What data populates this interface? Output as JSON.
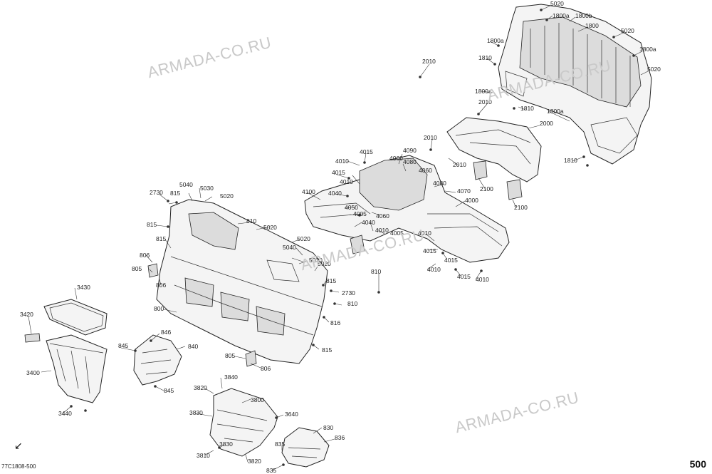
{
  "watermark": "ARMADA-CO.RU",
  "page_number": "500",
  "reference_code": "77C1808-500",
  "labels": [
    {
      "id": "l1",
      "text": "5020"
    },
    {
      "id": "l2",
      "text": "1800a"
    },
    {
      "id": "l3",
      "text": "1800b"
    },
    {
      "id": "l4",
      "text": "1800"
    },
    {
      "id": "l5",
      "text": "5020"
    },
    {
      "id": "l6",
      "text": "1800a"
    },
    {
      "id": "l7",
      "text": "1800a"
    },
    {
      "id": "l8",
      "text": "5020"
    },
    {
      "id": "l9",
      "text": "1810"
    },
    {
      "id": "l10",
      "text": "1800a"
    },
    {
      "id": "l11",
      "text": "1810"
    },
    {
      "id": "l12",
      "text": "1800a"
    },
    {
      "id": "l13",
      "text": "2010"
    },
    {
      "id": "l14",
      "text": "2010"
    },
    {
      "id": "l15",
      "text": "2000"
    },
    {
      "id": "l16",
      "text": "2010"
    },
    {
      "id": "l17",
      "text": "1810"
    },
    {
      "id": "l18",
      "text": "2010"
    },
    {
      "id": "l19",
      "text": "2100"
    },
    {
      "id": "l20",
      "text": "2100"
    },
    {
      "id": "l21",
      "text": "4015"
    },
    {
      "id": "l22",
      "text": "4090"
    },
    {
      "id": "l23",
      "text": "4010"
    },
    {
      "id": "l24",
      "text": "4060"
    },
    {
      "id": "l25",
      "text": "4080"
    },
    {
      "id": "l26",
      "text": "4060"
    },
    {
      "id": "l27",
      "text": "4015"
    },
    {
      "id": "l28",
      "text": "4010"
    },
    {
      "id": "l29",
      "text": "4080"
    },
    {
      "id": "l30",
      "text": "4070"
    },
    {
      "id": "l31",
      "text": "4100"
    },
    {
      "id": "l32",
      "text": "4040"
    },
    {
      "id": "l33",
      "text": "4000"
    },
    {
      "id": "l34",
      "text": "4050"
    },
    {
      "id": "l35",
      "text": "4005"
    },
    {
      "id": "l36",
      "text": "4060"
    },
    {
      "id": "l37",
      "text": "4040"
    },
    {
      "id": "l38",
      "text": "4010"
    },
    {
      "id": "l39",
      "text": "4005"
    },
    {
      "id": "l40",
      "text": "4010"
    },
    {
      "id": "l41",
      "text": "4015"
    },
    {
      "id": "l42",
      "text": "4015"
    },
    {
      "id": "l43",
      "text": "4010"
    },
    {
      "id": "l44",
      "text": "4015"
    },
    {
      "id": "l45",
      "text": "4010"
    },
    {
      "id": "l46",
      "text": "2730"
    },
    {
      "id": "l47",
      "text": "5040"
    },
    {
      "id": "l48",
      "text": "815"
    },
    {
      "id": "l49",
      "text": "5030"
    },
    {
      "id": "l50",
      "text": "5020"
    },
    {
      "id": "l51",
      "text": "815"
    },
    {
      "id": "l52",
      "text": "810"
    },
    {
      "id": "l53",
      "text": "5020"
    },
    {
      "id": "l54",
      "text": "815"
    },
    {
      "id": "l55",
      "text": "5020"
    },
    {
      "id": "l56",
      "text": "5040"
    },
    {
      "id": "l57",
      "text": "806"
    },
    {
      "id": "l58",
      "text": "5030"
    },
    {
      "id": "l59",
      "text": "5020"
    },
    {
      "id": "l60",
      "text": "805"
    },
    {
      "id": "l61",
      "text": "810"
    },
    {
      "id": "l62",
      "text": "806"
    },
    {
      "id": "l63",
      "text": "815"
    },
    {
      "id": "l64",
      "text": "2730"
    },
    {
      "id": "l65",
      "text": "810"
    },
    {
      "id": "l66",
      "text": "800"
    },
    {
      "id": "l67",
      "text": "3430"
    },
    {
      "id": "l68",
      "text": "816"
    },
    {
      "id": "l69",
      "text": "3420"
    },
    {
      "id": "l70",
      "text": "846"
    },
    {
      "id": "l71",
      "text": "845"
    },
    {
      "id": "l72",
      "text": "840"
    },
    {
      "id": "l73",
      "text": "815"
    },
    {
      "id": "l74",
      "text": "3400"
    },
    {
      "id": "l75",
      "text": "805"
    },
    {
      "id": "l76",
      "text": "806"
    },
    {
      "id": "l77",
      "text": "3840"
    },
    {
      "id": "l78",
      "text": "3820"
    },
    {
      "id": "l79",
      "text": "845"
    },
    {
      "id": "l80",
      "text": "3800"
    },
    {
      "id": "l81",
      "text": "3830"
    },
    {
      "id": "l82",
      "text": "3440"
    },
    {
      "id": "l83",
      "text": "3640"
    },
    {
      "id": "l84",
      "text": "830"
    },
    {
      "id": "l85",
      "text": "836"
    },
    {
      "id": "l86",
      "text": "3830"
    },
    {
      "id": "l87",
      "text": "835"
    },
    {
      "id": "l88",
      "text": "3810"
    },
    {
      "id": "l89",
      "text": "3820"
    },
    {
      "id": "l90",
      "text": "835"
    }
  ]
}
